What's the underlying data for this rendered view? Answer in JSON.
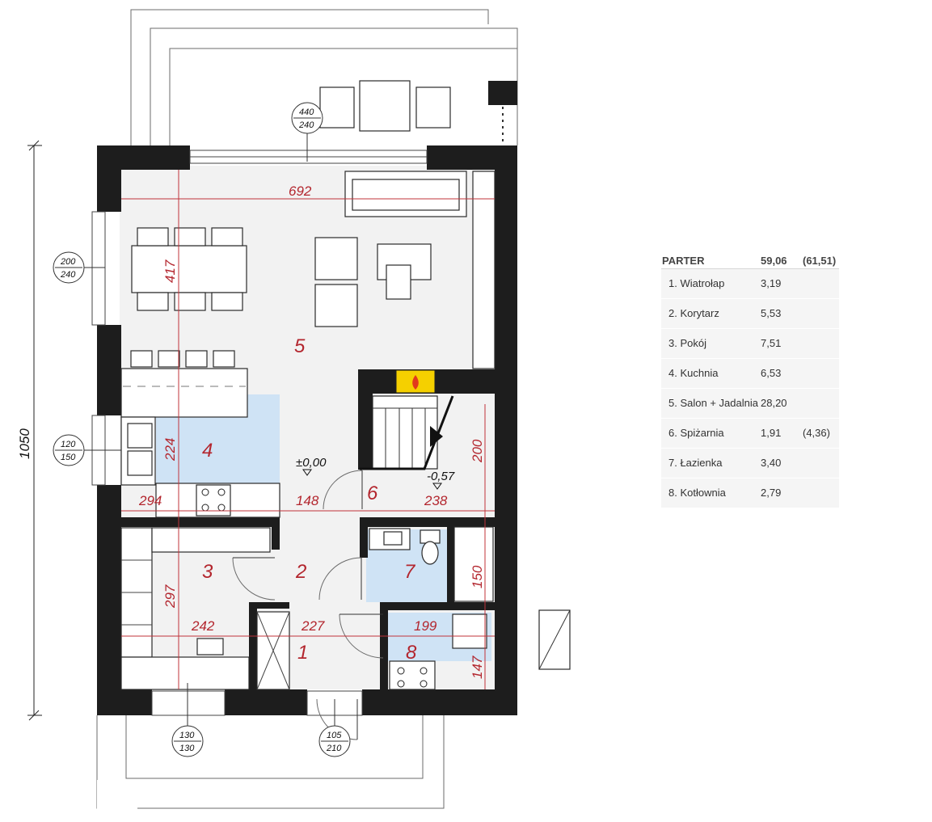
{
  "summary": {
    "floor_label": "PARTER",
    "area_net": "59,06",
    "area_gross": "(61,51)"
  },
  "rooms": [
    {
      "name": "1. Wiatrołap",
      "area": "3,19",
      "extra": ""
    },
    {
      "name": "2. Korytarz",
      "area": "5,53",
      "extra": ""
    },
    {
      "name": "3. Pokój",
      "area": "7,51",
      "extra": ""
    },
    {
      "name": "4. Kuchnia",
      "area": "6,53",
      "extra": ""
    },
    {
      "name": "5. Salon + Jadalnia",
      "area": "28,20",
      "extra": ""
    },
    {
      "name": "6. Spiżarnia",
      "area": "1,91",
      "extra": "(4,36)"
    },
    {
      "name": "7. Łazienka",
      "area": "3,40",
      "extra": ""
    },
    {
      "name": "8. Kotłownia",
      "area": "2,79",
      "extra": ""
    }
  ],
  "plan": {
    "overall_dimension": "1050",
    "dimensions": {
      "living_width": "692",
      "dining_length": "417",
      "kitchen_depth": "224",
      "kitchen_width": "294",
      "hall_width": "148",
      "stair_width": "238",
      "stair_depth": "200",
      "room3_depth": "297",
      "room3_width": "242",
      "vestibule_width": "227",
      "boiler_width": "199",
      "boiler_depth": "147",
      "bath_depth": "150"
    },
    "room_numbers": [
      "1",
      "2",
      "3",
      "4",
      "5",
      "6",
      "7",
      "8"
    ],
    "levels": {
      "ground": "±0,00",
      "stair_low": "-0,57"
    },
    "openings": {
      "terrace_door": [
        "440",
        "240"
      ],
      "west_window_top": [
        "200",
        "240"
      ],
      "west_window_kitchen": [
        "120",
        "150"
      ],
      "south_window": [
        "130",
        "130"
      ],
      "entrance_door": [
        "105",
        "210"
      ]
    }
  },
  "colors": {
    "wall": "#1d1d1d",
    "dimension": "#c0333a",
    "blue_zone": "#cfe3f5",
    "fireplace": "#f5d000",
    "floor": "#f2f2f2"
  }
}
